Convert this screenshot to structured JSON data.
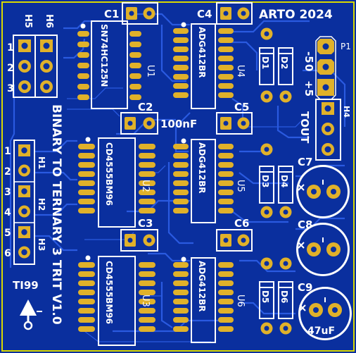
{
  "board": {
    "title": "ARTO 2024",
    "name_line": "BINARY TO TERNARY 3 TRIT V1.0",
    "logo_text": "TI99",
    "tout_label": "TOUT",
    "p1_label": "P1",
    "power_labels": [
      "-5",
      "0",
      "+5"
    ]
  },
  "headers": {
    "h5": "H5",
    "h6": "H6",
    "h1": "H1",
    "h2": "H2",
    "h3": "H3",
    "h4": "H4",
    "top_rows": [
      "1",
      "2",
      "3"
    ],
    "side_rows": [
      "1",
      "2",
      "3",
      "4",
      "5",
      "6"
    ]
  },
  "chips": {
    "u1_ref": "U1",
    "u1_part": "SN74HC125N",
    "u2_ref": "U2",
    "u2_part": "CD4555BM96",
    "u3_ref": "U3",
    "u3_part": "CD4555BM96",
    "u4_ref": "U4",
    "u4_part": "ADG412BR",
    "u5_ref": "U5",
    "u5_part": "ADG412BR",
    "u6_ref": "U6",
    "u6_part": "ADG412BR"
  },
  "caps": {
    "c1": "C1",
    "c2": "C2",
    "c3": "C3",
    "c4": "C4",
    "c5": "C5",
    "c6": "C6",
    "c7": "C7",
    "c8": "C8",
    "c9": "C9",
    "c2_value": "100nF",
    "c9_value": "47uF"
  },
  "diodes": {
    "d1": "D1",
    "d2": "D2",
    "d3": "D3",
    "d4": "D4",
    "d5": "D5",
    "d6": "D6"
  },
  "colors": {
    "board": "#0a2f9e",
    "trace": "#1f4fd0",
    "pad": "#e0b12a",
    "silk": "#ffffff",
    "outline": "#d9d900"
  }
}
